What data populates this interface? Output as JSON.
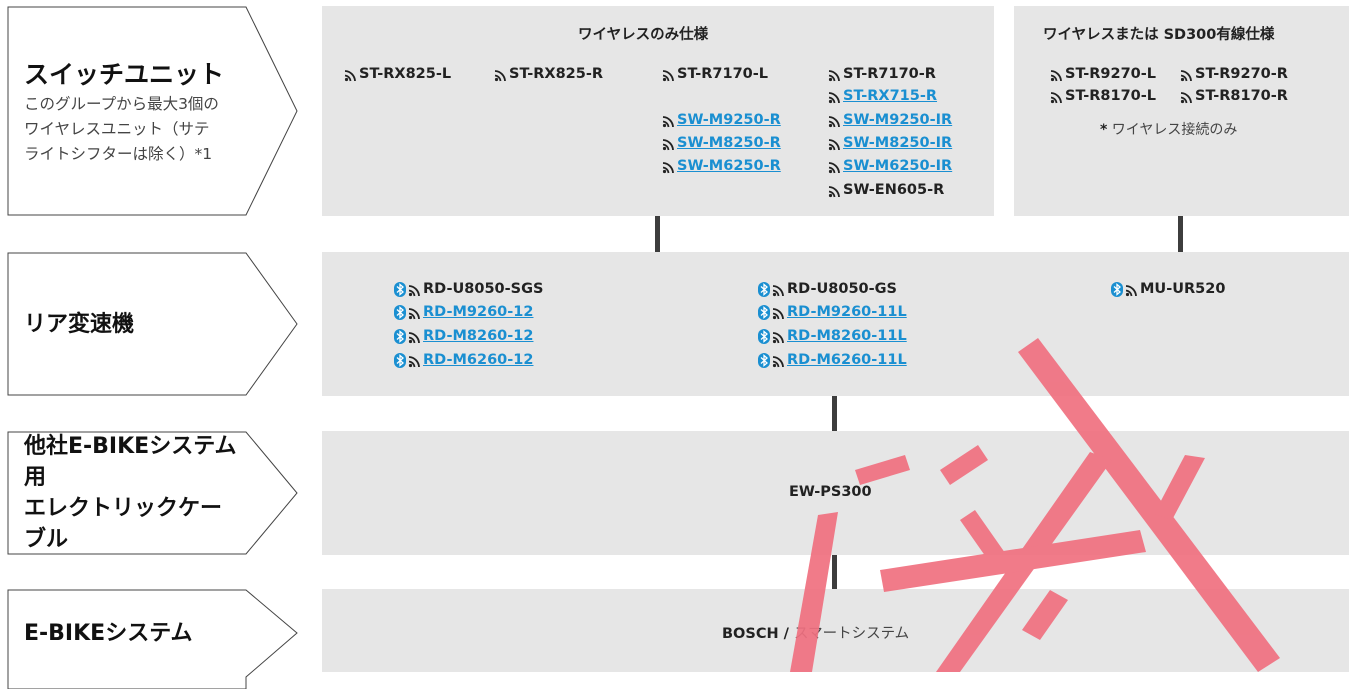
{
  "rows": {
    "switch": {
      "title": "スイッチユニット",
      "desc": [
        "このグループから最大3個の",
        "ワイヤレスユニット（サテ",
        "ライトシフターは除く）*1"
      ]
    },
    "rear": {
      "title": "リア変速機"
    },
    "cable": {
      "title_lines": [
        "他社E-BIKEシステム用",
        "エレクトリックケーブル"
      ]
    },
    "system": {
      "title": "E-BIKEシステム"
    }
  },
  "switch_panel": {
    "title": "ワイヤレスのみ仕様",
    "col1": [
      "ST-RX825-L"
    ],
    "col2": [
      "ST-RX825-R"
    ],
    "col3_top": [
      "ST-R7170-L"
    ],
    "col3_links": [
      "SW-M9250-R",
      "SW-M8250-R",
      "SW-M6250-R"
    ],
    "col4_top": [
      "ST-R7170-R"
    ],
    "col4_links": [
      "ST-RX715-R",
      "SW-M9250-IR",
      "SW-M8250-IR",
      "SW-M6250-IR"
    ],
    "col4_bottom": [
      "SW-EN605-R"
    ]
  },
  "switch_panel2": {
    "title": "ワイヤレスまたは SD300有線仕様",
    "items": [
      "ST-R9270-L",
      "ST-R9270-R",
      "ST-R8170-L",
      "ST-R8170-R"
    ],
    "note_star": "*",
    "note_text": "ワイヤレス接続のみ"
  },
  "rear_panel": {
    "col1_top": "RD-U8050-SGS",
    "col1_links": [
      "RD-M9260-12",
      "RD-M8260-12",
      "RD-M6260-12"
    ],
    "col2_top": "RD-U8050-GS",
    "col2_links": [
      "RD-M9260-11L",
      "RD-M8260-11L",
      "RD-M6260-11L"
    ],
    "col3_top": "MU-UR520"
  },
  "cable_panel": {
    "label": "EW-PS300"
  },
  "system_panel": {
    "brand": "BOSCH",
    "sep": " / ",
    "rest": "スマートシステム"
  },
  "icons": {
    "wireless": "wireless-icon",
    "bluetooth": "bluetooth-icon"
  },
  "colors": {
    "link": "#1a8fd1",
    "panel": "#e6e6e6",
    "connector": "#3d3d3d",
    "watermark": "#f07080"
  }
}
